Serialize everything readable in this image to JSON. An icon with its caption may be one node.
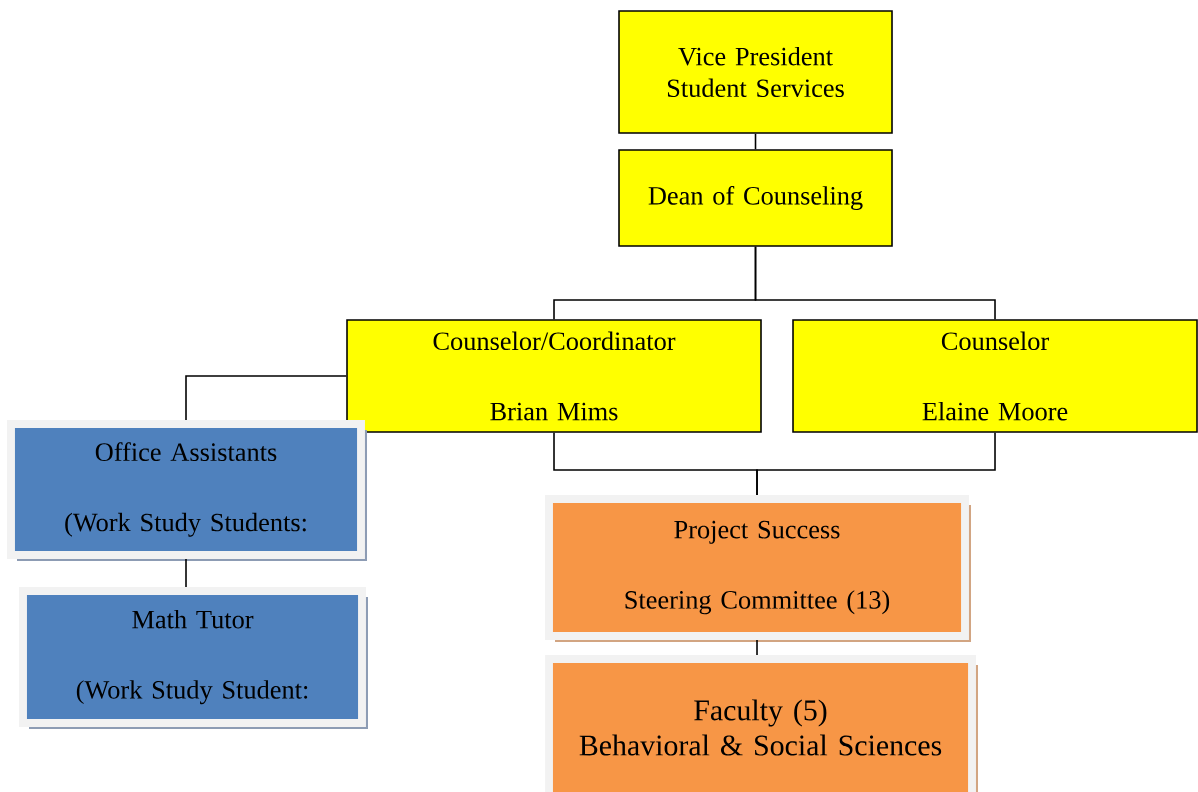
{
  "diagram": {
    "nodes": [
      {
        "text": [
          "Vice President Student Services"
        ]
      },
      {
        "text": [
          "Dean of Counseling"
        ]
      },
      {
        "text": [
          "Counselor/Coordinator",
          "Brian Mims"
        ]
      },
      {
        "text": [
          "Counselor",
          "Elaine Moore"
        ]
      },
      {
        "text": [
          "Office Assistants",
          "(Work Study Students:"
        ]
      },
      {
        "text": [
          "Math Tutor",
          "(Work Study Student:"
        ]
      },
      {
        "text": [
          "Project Success",
          "Steering Committee (13)"
        ]
      },
      {
        "text": [
          "Faculty (5)",
          "Behavioral & Social Sciences"
        ]
      }
    ],
    "edges": [
      {
        "from": 0,
        "to": 1,
        "arrow": "none"
      },
      {
        "from": 1,
        "to": 2,
        "arrow": "none"
      },
      {
        "from": 1,
        "to": 3,
        "arrow": "none"
      },
      {
        "from": 2,
        "to": 4,
        "arrow": "none"
      },
      {
        "from": 4,
        "to": 5,
        "arrow": "none"
      },
      {
        "from": 2,
        "to": 6,
        "arrow": "none"
      },
      {
        "from": 3,
        "to": 6,
        "arrow": "none"
      },
      {
        "from": 6,
        "to": 7,
        "arrow": "none"
      }
    ]
  }
}
